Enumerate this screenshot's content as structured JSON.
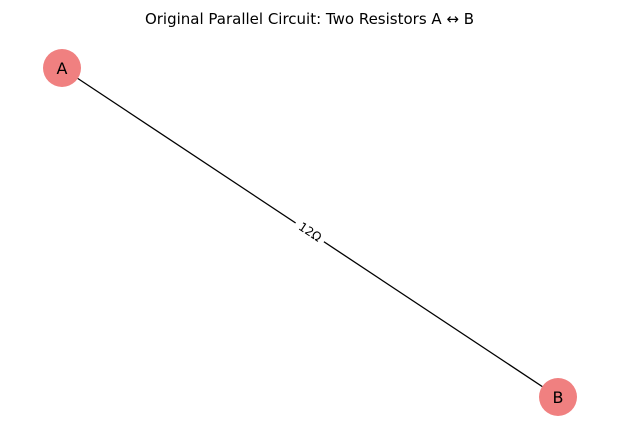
{
  "title": "Original Parallel Circuit: Two Resistors A ↔ B",
  "nodes": [
    {
      "id": "A",
      "label": "A"
    },
    {
      "id": "B",
      "label": "B"
    }
  ],
  "edges": [
    {
      "from": "A",
      "to": "B",
      "label": "12Ω"
    }
  ],
  "colors": {
    "node_fill": "#f08080",
    "edge_stroke": "#000000",
    "text": "#000000",
    "background": "#ffffff"
  }
}
